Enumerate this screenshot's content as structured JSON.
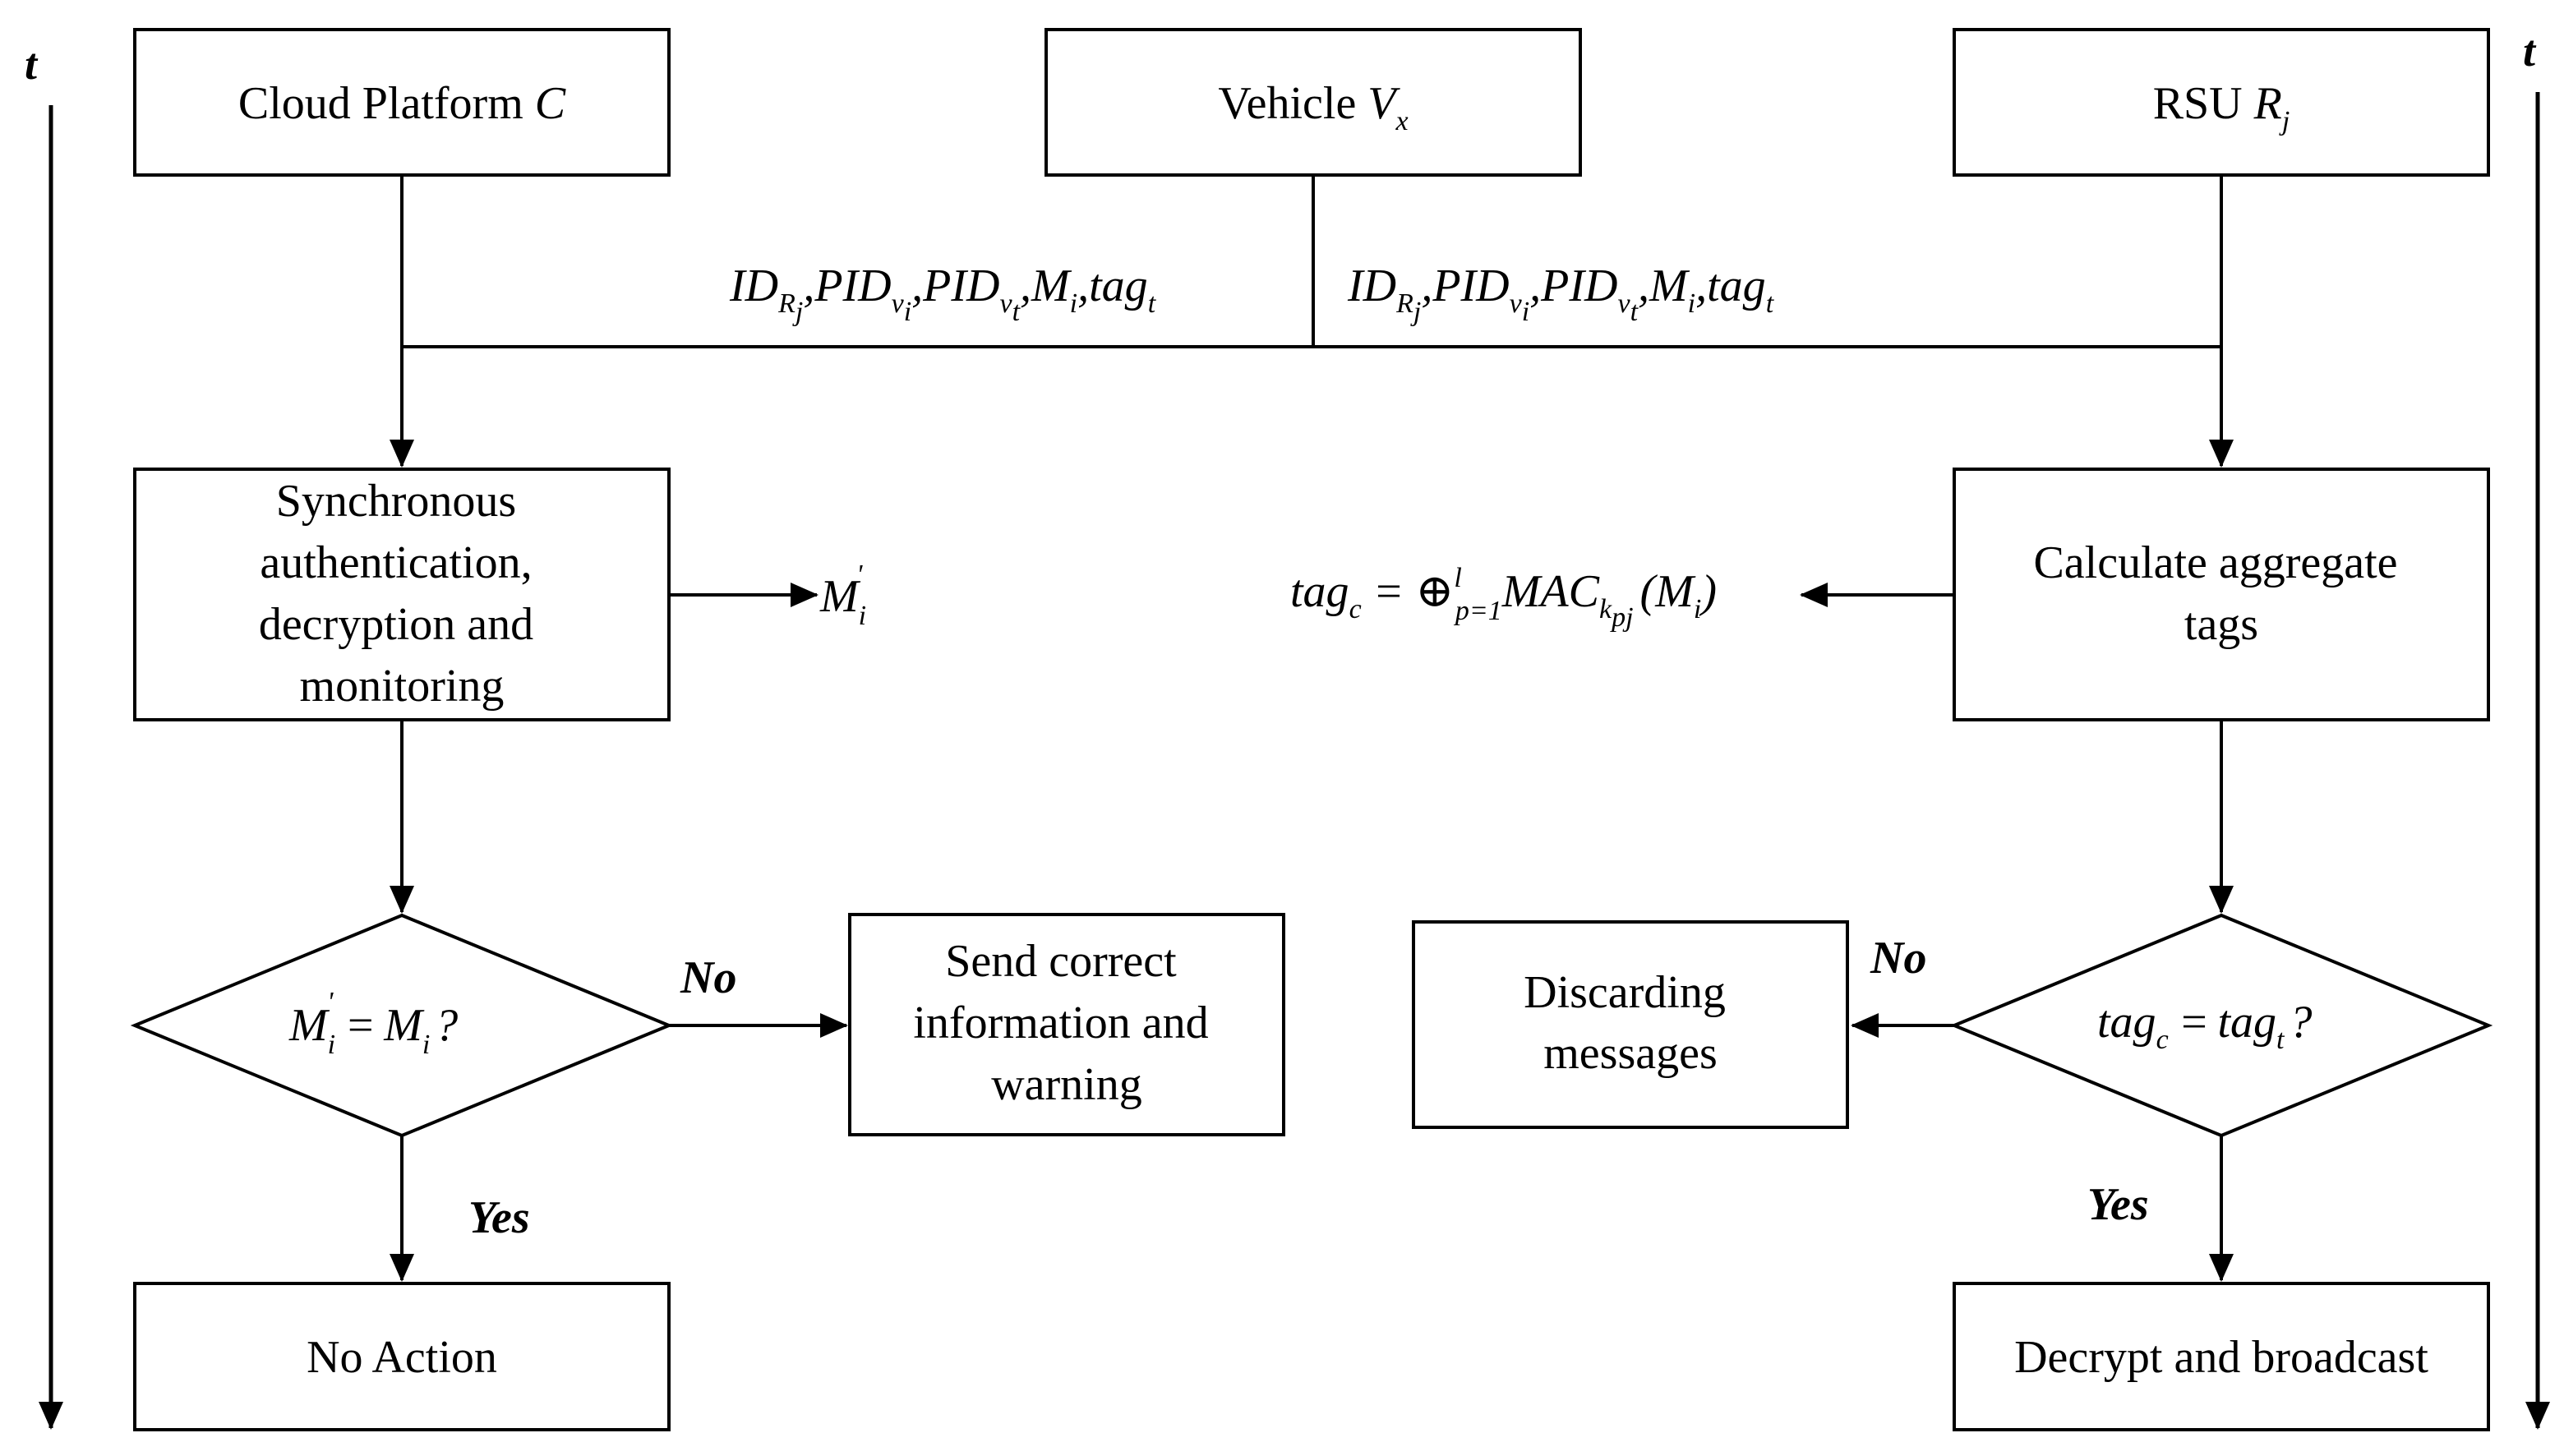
{
  "nodes": {
    "cloud": {
      "label": "Cloud Platform",
      "var": "C"
    },
    "vehicle": {
      "label": "Vehicle",
      "var": "V",
      "sub": "x"
    },
    "rsu": {
      "label": "RSU",
      "var": "R",
      "sub": "j"
    },
    "sync_auth": {
      "lines": [
        "Synchronous",
        "authentication,",
        "decryption and",
        "monitoring"
      ]
    },
    "calc_tags": {
      "lines": [
        "Calculate aggregate",
        "tags"
      ]
    },
    "send_correct": {
      "lines": [
        "Send correct",
        "information and",
        "warning"
      ]
    },
    "discarding": {
      "lines": [
        "Discarding",
        "messages"
      ]
    },
    "no_action": {
      "label": "No Action"
    },
    "decrypt_broadcast": {
      "label": "Decrypt and broadcast"
    }
  },
  "decisions": {
    "left": {
      "lhs": "M",
      "lhs_sub": "i",
      "lhs_prime": "'",
      "op": "=",
      "rhs": "M",
      "rhs_sub": "i",
      "q": "?"
    },
    "right": {
      "lhs": "tag",
      "lhs_sub": "c",
      "op": "=",
      "rhs": "tag",
      "rhs_sub": "t",
      "q": "?"
    }
  },
  "messages": {
    "id": "ID",
    "id_sub": "R",
    "id_subsub": "j",
    "pid": "PID",
    "pid1_sub": "v",
    "pid1_subsub": "i",
    "pid2_sub": "v",
    "pid2_subsub": "t",
    "m": "M",
    "m_sub": "i",
    "tag": "tag",
    "tag_sub": "t",
    "comma": ","
  },
  "outputs": {
    "m_prime": {
      "base": "M",
      "sub": "i",
      "prime": "'"
    },
    "tag_formula": {
      "lhs": "tag",
      "lhs_sub": "c",
      "eq": "=",
      "op": "⊕",
      "op_sup": "l",
      "op_sub": "p=1",
      "mac": "MAC",
      "mac_sub": "k",
      "mac_subsub": "pj",
      "arg_open": "(",
      "arg": "M",
      "arg_sub": "i",
      "arg_close": ")"
    }
  },
  "edge_labels": {
    "no": "No",
    "yes": "Yes"
  },
  "axis": {
    "t_label": "t"
  }
}
